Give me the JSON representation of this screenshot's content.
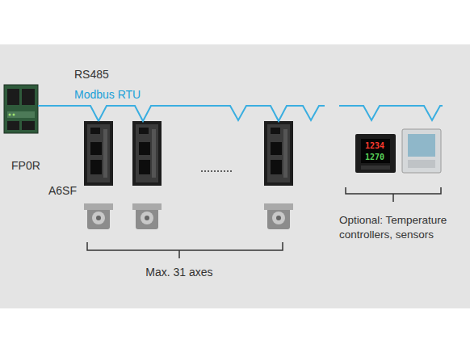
{
  "diagram": {
    "nodes": [
      {
        "text": [
          "FP0R"
        ]
      },
      {
        "text": [
          "A6SF"
        ]
      }
    ],
    "edges": [
      {
        "from": 0,
        "to": 1,
        "arrow": "none"
      }
    ],
    "labels": [
      "RS485",
      "Modbus RTU",
      "Max. 31 axes",
      "Optional: Temperature controllers, sensors",
      "1234",
      "1270"
    ]
  }
}
